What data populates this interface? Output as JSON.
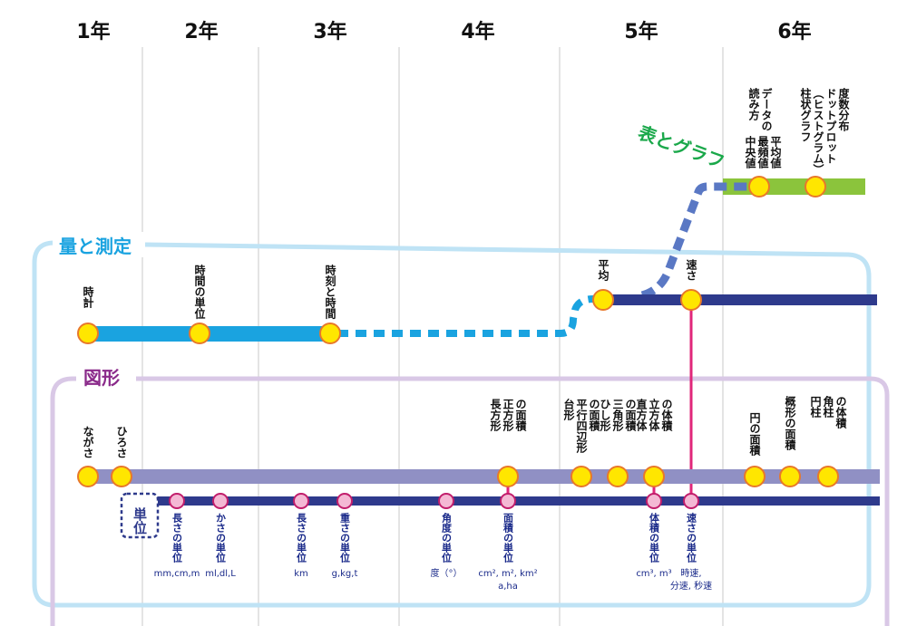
{
  "grades": [
    "1年",
    "2年",
    "3年",
    "4年",
    "5年",
    "6年"
  ],
  "sections": {
    "quantity": "量と測定",
    "figure": "図形",
    "graph": "表とグラフ",
    "unit": "単位"
  },
  "quantity_items": [
    {
      "label": "時計"
    },
    {
      "label": "時間の単位"
    },
    {
      "label": "時刻と時間"
    },
    {
      "label": "平均"
    },
    {
      "label": "速さ"
    }
  ],
  "graph_items": [
    {
      "cols": [
        "読み方",
        "データの"
      ]
    },
    {
      "cols": [
        "中央値",
        "最頻値",
        "平均値"
      ]
    },
    {
      "cols": [
        "柱状グラフ",
        "（ヒストグラム）",
        "ドットプロット",
        "度数分布"
      ]
    }
  ],
  "figure_items": [
    {
      "cols": [
        "ながさ"
      ]
    },
    {
      "cols": [
        "ひろさ"
      ]
    },
    {
      "cols": [
        "長方形",
        "正方形",
        "の面積"
      ]
    },
    {
      "cols": [
        "台形",
        "平行四辺形",
        "の面積"
      ]
    },
    {
      "cols": [
        "ひし形",
        "三角形",
        "の面積"
      ]
    },
    {
      "cols": [
        "直方体",
        "立方体",
        "の体積"
      ]
    },
    {
      "cols": [
        "円の面積"
      ]
    },
    {
      "cols": [
        "概形の面積"
      ]
    },
    {
      "cols": [
        "円柱",
        "角柱",
        "の体積"
      ]
    }
  ],
  "unit_items": [
    {
      "label": "長さの単位",
      "note": "mm,cm,m"
    },
    {
      "label": "かさの単位",
      "note": "ml,dl,L"
    },
    {
      "label": "長さの単位",
      "note": "km"
    },
    {
      "label": "重さの単位",
      "note": "g,kg,t"
    },
    {
      "label": "角度の単位",
      "note": "度（°）"
    },
    {
      "label": "面積の単位",
      "note": "cm², m², km²",
      "note2": "a,ha"
    },
    {
      "label": "体積の単位",
      "note": "cm³, m³"
    },
    {
      "label": "速さの単位",
      "note": "時速,",
      "note2": "分速, 秒速"
    }
  ],
  "colors": {
    "quantity_line": "#1aa3e0",
    "quantity_frame": "#bfe3f5",
    "figure_line": "#9090c4",
    "figure_frame": "#d9c8e6",
    "figure_title": "#8a2a8a",
    "graph_line": "#8bc43c",
    "graph_title": "#1aa84a",
    "unit_line": "#2e3a8c",
    "speed_link": "#e0267a",
    "dash_graph": "#5a78c4",
    "node_fill": "#ffe600",
    "node_stroke": "#e8782a",
    "unit_node_fill": "#f4b8d4",
    "unit_node_stroke": "#c21e6c"
  }
}
